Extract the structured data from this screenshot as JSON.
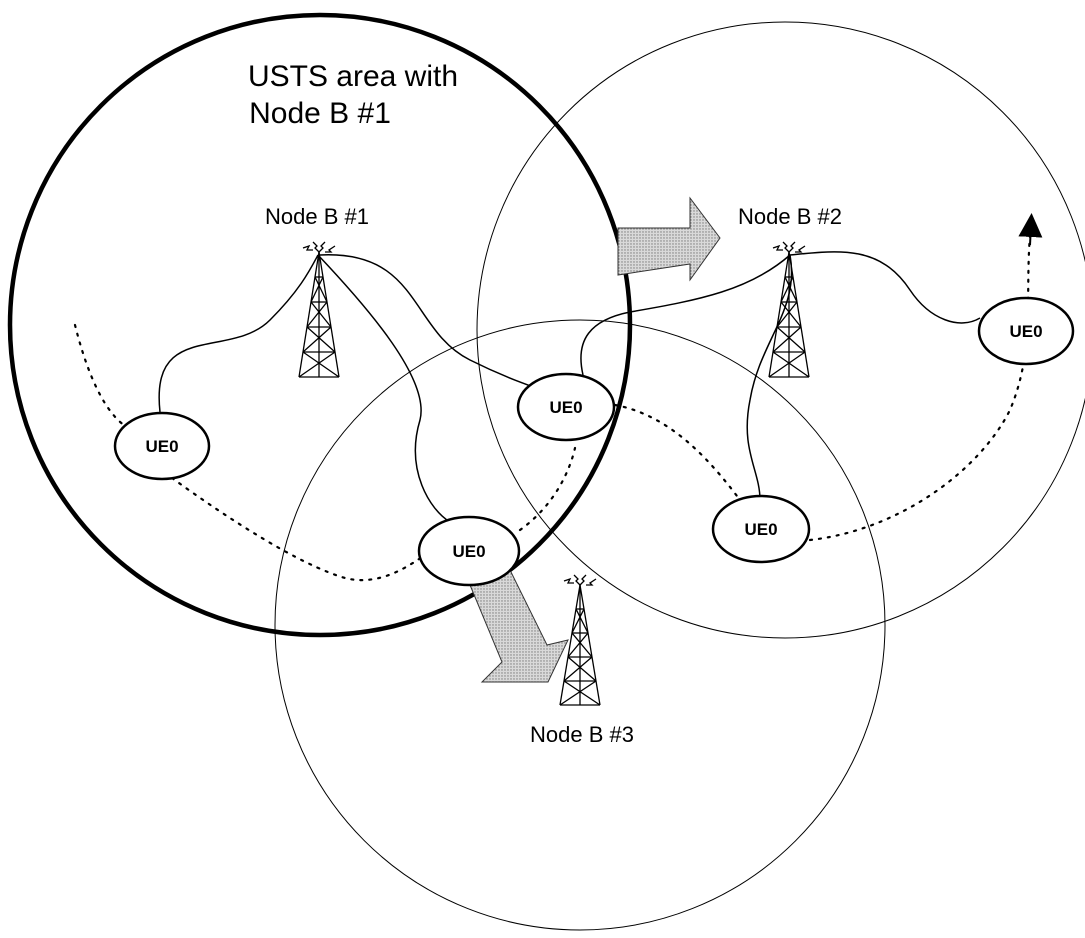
{
  "title": {
    "line1": "USTS area with",
    "line2": "Node B #1"
  },
  "nodes": [
    {
      "id": "node1",
      "label": "Node B #1"
    },
    {
      "id": "node2",
      "label": "Node B #2"
    },
    {
      "id": "node3",
      "label": "Node B #3"
    }
  ],
  "ues": [
    {
      "id": "ue_a",
      "label": "UE0"
    },
    {
      "id": "ue_b",
      "label": "UE0"
    },
    {
      "id": "ue_c",
      "label": "UE0"
    },
    {
      "id": "ue_d",
      "label": "UE0"
    },
    {
      "id": "ue_e",
      "label": "UE0"
    }
  ],
  "colors": {
    "line": "#000000",
    "arrow_fill": "#bdbdbd",
    "background": "#ffffff"
  }
}
